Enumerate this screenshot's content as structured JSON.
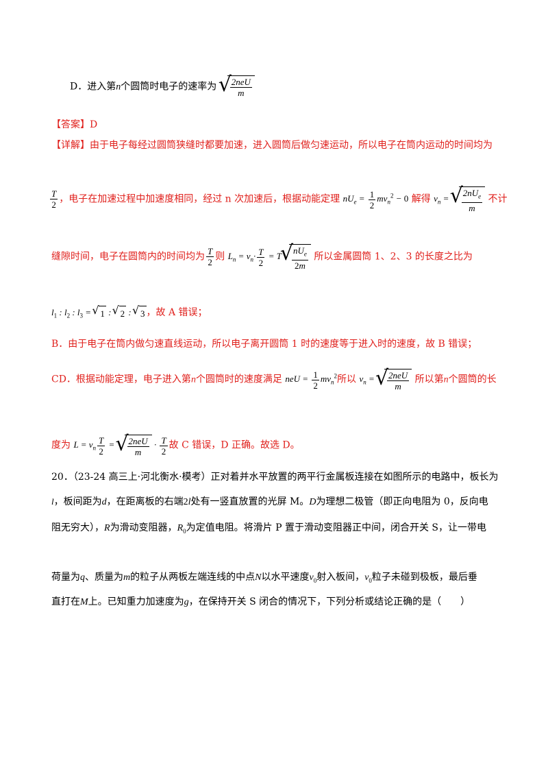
{
  "option_d": {
    "prefix": "D．进入第",
    "n": "n",
    "suffix": "个圆筒时电子的速率为",
    "num": "2neU",
    "den": "m"
  },
  "answer": {
    "label": "【答案】",
    "value": "D"
  },
  "detail": {
    "label": "【详解】",
    "line1": "由于电子每经过圆筒狭缝时都要加速，进入圆筒后做匀速运动，所以电子在筒内运动的时间均为",
    "line2_a": "，电子在加速过程中加速度相同，经过 n 次加速后，根据动能定理",
    "line2_b": "解得",
    "line2_c": "不计",
    "line3_a": "缝隙时间，电子在圆筒内的时间均为",
    "line3_b": "则",
    "line3_c": "所以金属圆筒 1、2、3 的长度之比为",
    "line4": "，故 A 错误；",
    "line5": "B．由于电子在筒内做匀速直线运动，所以电子离开圆筒 1 时的速度等于进入时的速度，故 B 错误；",
    "line6_a": "CD．根据动能定理，电子进入第",
    "line6_b": "个圆筒时的速度满足",
    "line6_c": "所以",
    "line6_d": "所以第",
    "line6_e": "个圆筒的长",
    "line7_a": "度为",
    "line7_b": "故 C 错误，D 正确。故选 D。"
  },
  "question20": {
    "line1_a": "20．（23-24 高三上·河北衡水·模考）正对着并水平放置的两平行金属板连接在如图所示的电路中，板长为",
    "line2_a": "，板间距为",
    "line2_b": "，在距离板的右端",
    "line2_c": "处有一竖直放置的光屏 M。",
    "line2_d": "为理想二极管（即正向电阻为 0，反向电",
    "line3_a": "阻无穷大），",
    "line3_b": "为滑动变阻器，",
    "line3_c": "为定值电阻。将滑片 P 置于滑动变阻器正中间，闭合开关 S，让一带电",
    "line4_a": "荷量为",
    "line4_b": "、质量为",
    "line4_c": "的粒子从两板左端连线的中点",
    "line4_d": "以水平速度",
    "line4_e": "射入板间，",
    "line4_f": "粒子未碰到极板，最后垂",
    "line5_a": "直打在",
    "line5_b": "上。已知重力加速度为",
    "line5_c": "，在保持开关 S 闭合的情况下，下列分析或结论正确的是（　　）"
  }
}
